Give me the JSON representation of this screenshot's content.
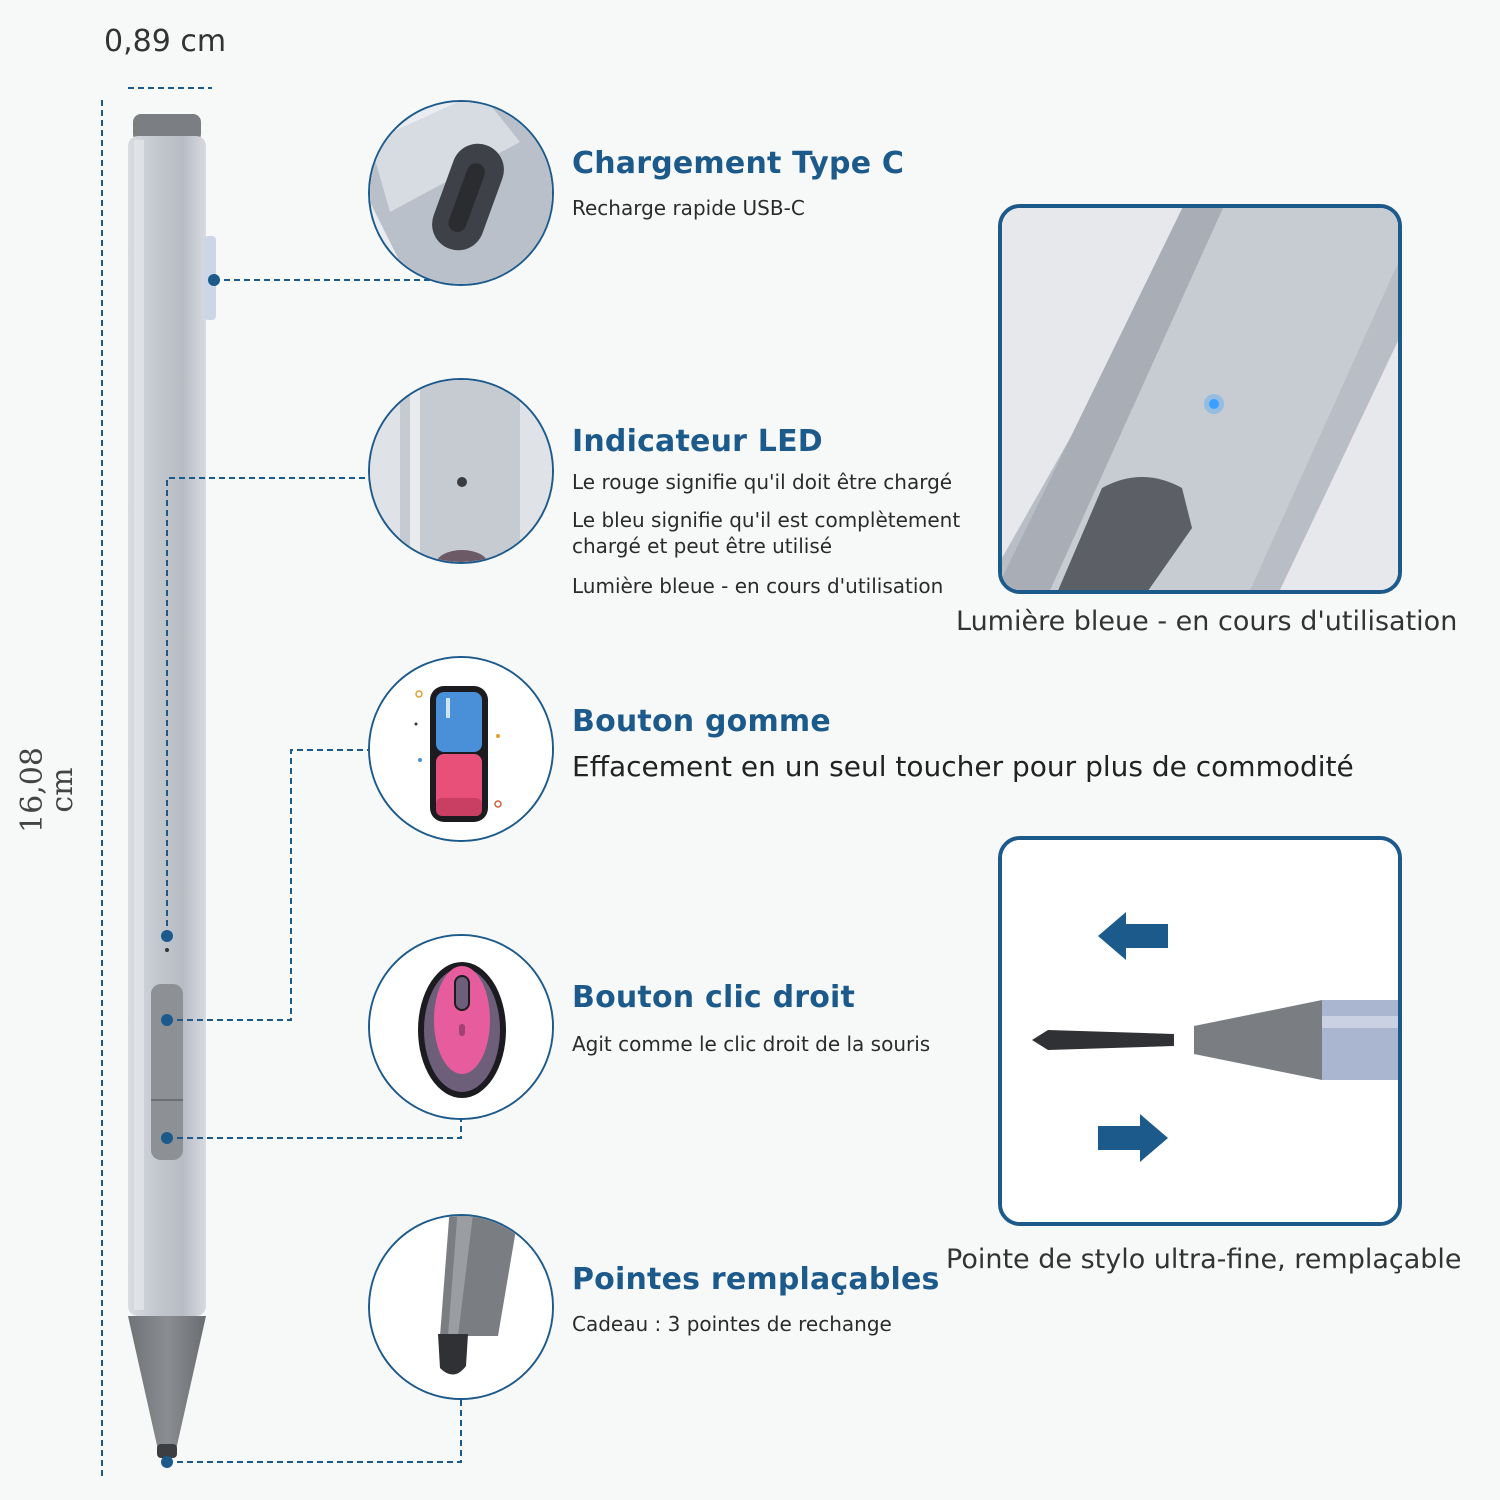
{
  "dimensions": {
    "width_label": "0,89 cm",
    "length_value": "16,08",
    "length_unit": "cm"
  },
  "features": [
    {
      "title": "Chargement Type C",
      "lines": [
        "Recharge rapide USB-C"
      ],
      "icon": "usb-c-port-icon"
    },
    {
      "title": "Indicateur LED",
      "lines": [
        "Le rouge signifie qu'il doit être chargé",
        "Le bleu signifie qu'il est complètement",
        "chargé et peut être utilisé",
        "Lumière bleue - en cours d'utilisation"
      ],
      "icon": "led-indicator-icon"
    },
    {
      "title": "Bouton gomme",
      "lines": [
        "Effacement en un seul toucher pour plus de commodité"
      ],
      "icon": "eraser-icon"
    },
    {
      "title": "Bouton clic droit",
      "lines": [
        "Agit comme le clic droit de la souris"
      ],
      "icon": "mouse-icon"
    },
    {
      "title": "Pointes remplaçables",
      "lines": [
        "Cadeau : 3 pointes de rechange"
      ],
      "icon": "pen-tip-icon"
    }
  ],
  "panels": {
    "led_caption": "Lumière bleue - en cours d'utilisation",
    "tip_caption": "Pointe de stylo ultra-fine, remplaçable"
  },
  "colors": {
    "accent": "#1d5a8c",
    "pen_body": "#c5c9d0",
    "led_blue": "#3aa0ff",
    "eraser_blue": "#4a90d9",
    "eraser_pink": "#e8507a",
    "mouse_pink": "#e65c9c"
  }
}
